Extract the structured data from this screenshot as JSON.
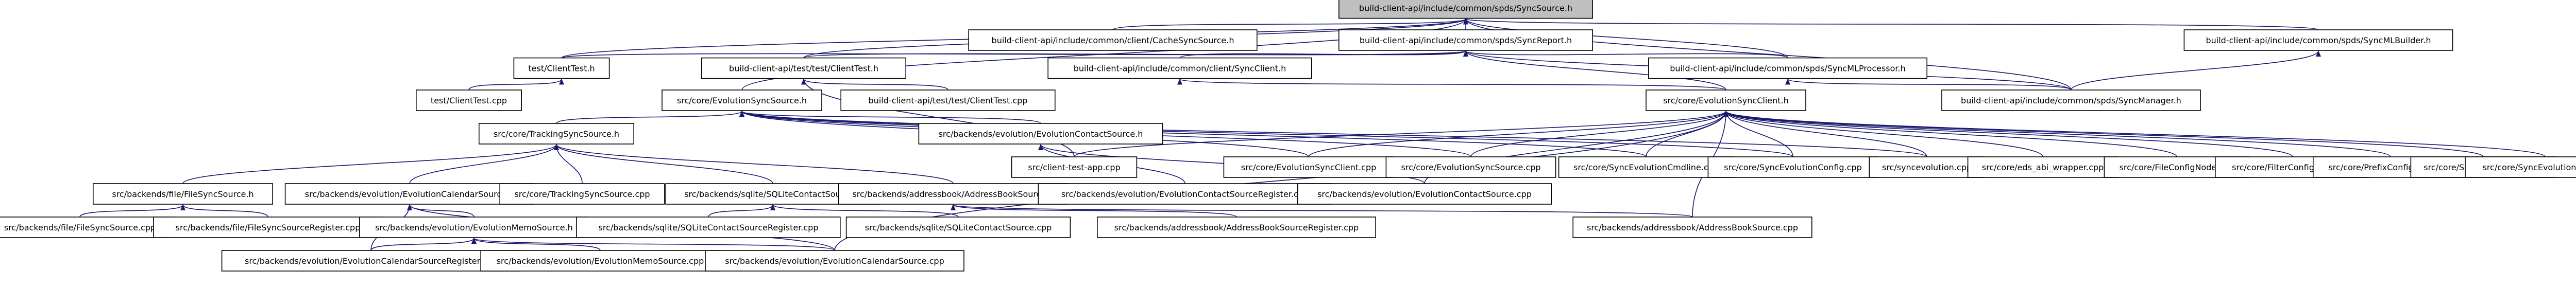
{
  "graph": {
    "edge_color": "#191970",
    "root_fill": "#bfbfbf",
    "nodes": [
      {
        "id": "syncsource_h",
        "label": "build-client-api/include/common/spds/SyncSource.h",
        "root": true
      },
      {
        "id": "cachesyncsource_h",
        "label": "build-client-api/include/common/client/CacheSyncSource.h"
      },
      {
        "id": "syncreport_h",
        "label": "build-client-api/include/common/spds/SyncReport.h"
      },
      {
        "id": "syncmlbuilder_h",
        "label": "build-client-api/include/common/spds/SyncMLBuilder.h"
      },
      {
        "id": "test_clienttest_h",
        "label": "test/ClientTest.h"
      },
      {
        "id": "bca_test_clienttest_h",
        "label": "build-client-api/test/test/ClientTest.h"
      },
      {
        "id": "syncclient_h",
        "label": "build-client-api/include/common/client/SyncClient.h"
      },
      {
        "id": "syncmlprocessor_h",
        "label": "build-client-api/include/common/spds/SyncMLProcessor.h"
      },
      {
        "id": "test_clienttest_cpp",
        "label": "test/ClientTest.cpp"
      },
      {
        "id": "bca_test_clienttest_cpp",
        "label": "build-client-api/test/test/ClientTest.cpp"
      },
      {
        "id": "evolutionsyncsource_h",
        "label": "src/core/EvolutionSyncSource.h"
      },
      {
        "id": "evolutionsyncclient_h",
        "label": "src/core/EvolutionSyncClient.h"
      },
      {
        "id": "syncmanager_h",
        "label": "build-client-api/include/common/spds/SyncManager.h"
      },
      {
        "id": "trackingsyncsource_h",
        "label": "src/core/TrackingSyncSource.h"
      },
      {
        "id": "evolutioncontactsource_h",
        "label": "src/backends/evolution/EvolutionContactSource.h"
      },
      {
        "id": "client_test_app_cpp",
        "label": "src/client-test-app.cpp"
      },
      {
        "id": "evolutionsyncclient_cpp",
        "label": "src/core/EvolutionSyncClient.cpp"
      },
      {
        "id": "evolutionsyncsource_cpp",
        "label": "src/core/EvolutionSyncSource.cpp"
      },
      {
        "id": "syncevolutioncmdline_cpp",
        "label": "src/core/SyncEvolutionCmdline.cpp"
      },
      {
        "id": "syncevolutionconfig_cpp",
        "label": "src/core/SyncEvolutionConfig.cpp"
      },
      {
        "id": "syncevolution_cpp",
        "label": "src/syncevolution.cpp"
      },
      {
        "id": "eds_abi_wrapper_cpp",
        "label": "src/core/eds_abi_wrapper.cpp"
      },
      {
        "id": "fileconfignode_cpp",
        "label": "src/core/FileConfigNode.cpp"
      },
      {
        "id": "filterconfignode_cpp",
        "label": "src/core/FilterConfigNode.cpp"
      },
      {
        "id": "prefixconfignode_cpp",
        "label": "src/core/PrefixConfigNode.cpp"
      },
      {
        "id": "safeconfignode_cpp",
        "label": "src/core/SafeConfigNode.cpp"
      },
      {
        "id": "syncevolutionutil_cpp",
        "label": "src/core/SyncEvolutionUtil.cpp"
      },
      {
        "id": "filesyncsource_h",
        "label": "src/backends/file/FileSyncSource.h"
      },
      {
        "id": "evolutioncalendarsource_h",
        "label": "src/backends/evolution/EvolutionCalendarSource.h"
      },
      {
        "id": "trackingsyncsource_cpp",
        "label": "src/core/TrackingSyncSource.cpp"
      },
      {
        "id": "sqlitecontactsource_h",
        "label": "src/backends/sqlite/SQLiteContactSource.h"
      },
      {
        "id": "addressbooksource_h",
        "label": "src/backends/addressbook/AddressBookSource.h"
      },
      {
        "id": "evolutioncontactsourceregister_cpp",
        "label": "src/backends/evolution/EvolutionContactSourceRegister.cpp"
      },
      {
        "id": "evolutioncontactsource_cpp",
        "label": "src/backends/evolution/EvolutionContactSource.cpp"
      },
      {
        "id": "filesyncsource_cpp",
        "label": "src/backends/file/FileSyncSource.cpp"
      },
      {
        "id": "filesyncsourceregister_cpp",
        "label": "src/backends/file/FileSyncSourceRegister.cpp"
      },
      {
        "id": "evolutionmemosource_h",
        "label": "src/backends/evolution/EvolutionMemoSource.h"
      },
      {
        "id": "sqlitecontactsourceregister_cpp",
        "label": "src/backends/sqlite/SQLiteContactSourceRegister.cpp"
      },
      {
        "id": "sqlitecontactsource_cpp",
        "label": "src/backends/sqlite/SQLiteContactSource.cpp"
      },
      {
        "id": "addressbooksourceregister_cpp",
        "label": "src/backends/addressbook/AddressBookSourceRegister.cpp"
      },
      {
        "id": "addressbooksource_cpp",
        "label": "src/backends/addressbook/AddressBookSource.cpp"
      },
      {
        "id": "evolutioncalendarsourceregister_cpp",
        "label": "src/backends/evolution/EvolutionCalendarSourceRegister.cpp"
      },
      {
        "id": "evolutionmemosource_cpp",
        "label": "src/backends/evolution/EvolutionMemoSource.cpp"
      },
      {
        "id": "evolutioncalendarsource_cpp",
        "label": "src/backends/evolution/EvolutionCalendarSource.cpp"
      }
    ],
    "edges": [
      [
        "cachesyncsource_h",
        "syncsource_h"
      ],
      [
        "syncreport_h",
        "syncsource_h"
      ],
      [
        "syncmlbuilder_h",
        "syncsource_h"
      ],
      [
        "test_clienttest_h",
        "syncsource_h"
      ],
      [
        "bca_test_clienttest_h",
        "syncsource_h"
      ],
      [
        "evolutionsyncsource_h",
        "syncsource_h"
      ],
      [
        "syncmlprocessor_h",
        "syncsource_h"
      ],
      [
        "syncmanager_h",
        "syncsource_h"
      ],
      [
        "test_clienttest_h",
        "syncreport_h"
      ],
      [
        "bca_test_clienttest_h",
        "syncreport_h"
      ],
      [
        "syncclient_h",
        "syncreport_h"
      ],
      [
        "syncmlprocessor_h",
        "syncreport_h"
      ],
      [
        "syncmanager_h",
        "syncreport_h"
      ],
      [
        "evolutionsyncclient_h",
        "syncreport_h"
      ],
      [
        "syncmanager_h",
        "syncmlbuilder_h"
      ],
      [
        "test_clienttest_cpp",
        "test_clienttest_h"
      ],
      [
        "bca_test_clienttest_cpp",
        "bca_test_clienttest_h"
      ],
      [
        "client_test_app_cpp",
        "bca_test_clienttest_h"
      ],
      [
        "evolutionsyncclient_h",
        "syncclient_h"
      ],
      [
        "syncmanager_h",
        "syncmlprocessor_h"
      ],
      [
        "trackingsyncsource_h",
        "evolutionsyncsource_h"
      ],
      [
        "evolutioncontactsource_h",
        "evolutionsyncsource_h"
      ],
      [
        "evolutionsyncclient_cpp",
        "evolutionsyncsource_h"
      ],
      [
        "evolutionsyncsource_cpp",
        "evolutionsyncsource_h"
      ],
      [
        "syncevolutioncmdline_cpp",
        "evolutionsyncsource_h"
      ],
      [
        "syncevolutionconfig_cpp",
        "evolutionsyncsource_h"
      ],
      [
        "syncevolution_cpp",
        "evolutionsyncsource_h"
      ],
      [
        "client_test_app_cpp",
        "evolutionsyncclient_h"
      ],
      [
        "evolutionsyncclient_cpp",
        "evolutionsyncclient_h"
      ],
      [
        "evolutionsyncsource_cpp",
        "evolutionsyncclient_h"
      ],
      [
        "syncevolutioncmdline_cpp",
        "evolutionsyncclient_h"
      ],
      [
        "syncevolutionconfig_cpp",
        "evolutionsyncclient_h"
      ],
      [
        "syncevolution_cpp",
        "evolutionsyncclient_h"
      ],
      [
        "eds_abi_wrapper_cpp",
        "evolutionsyncclient_h"
      ],
      [
        "fileconfignode_cpp",
        "evolutionsyncclient_h"
      ],
      [
        "filterconfignode_cpp",
        "evolutionsyncclient_h"
      ],
      [
        "prefixconfignode_cpp",
        "evolutionsyncclient_h"
      ],
      [
        "safeconfignode_cpp",
        "evolutionsyncclient_h"
      ],
      [
        "syncevolutionutil_cpp",
        "evolutionsyncclient_h"
      ],
      [
        "evolutioncontactsource_cpp",
        "evolutionsyncclient_h"
      ],
      [
        "addressbooksource_cpp",
        "evolutionsyncclient_h"
      ],
      [
        "evolutioncalendarsource_cpp",
        "evolutionsyncclient_h"
      ],
      [
        "filesyncsource_h",
        "trackingsyncsource_h"
      ],
      [
        "evolutioncalendarsource_h",
        "trackingsyncsource_h"
      ],
      [
        "trackingsyncsource_cpp",
        "trackingsyncsource_h"
      ],
      [
        "sqlitecontactsource_h",
        "trackingsyncsource_h"
      ],
      [
        "addressbooksource_h",
        "trackingsyncsource_h"
      ],
      [
        "evolutioncontactsourceregister_cpp",
        "evolutioncontactsource_h"
      ],
      [
        "evolutioncontactsource_cpp",
        "evolutioncontactsource_h"
      ],
      [
        "filesyncsource_cpp",
        "filesyncsource_h"
      ],
      [
        "filesyncsourceregister_cpp",
        "filesyncsource_h"
      ],
      [
        "evolutionmemosource_h",
        "evolutioncalendarsource_h"
      ],
      [
        "evolutioncalendarsourceregister_cpp",
        "evolutioncalendarsource_h"
      ],
      [
        "evolutioncalendarsource_cpp",
        "evolutioncalendarsource_h"
      ],
      [
        "sqlitecontactsourceregister_cpp",
        "sqlitecontactsource_h"
      ],
      [
        "sqlitecontactsource_cpp",
        "sqlitecontactsource_h"
      ],
      [
        "addressbooksourceregister_cpp",
        "addressbooksource_h"
      ],
      [
        "addressbooksource_cpp",
        "addressbooksource_h"
      ],
      [
        "evolutioncalendarsourceregister_cpp",
        "evolutionmemosource_h"
      ],
      [
        "evolutionmemosource_cpp",
        "evolutionmemosource_h"
      ],
      [
        "evolutioncalendarsource_cpp",
        "evolutionmemosource_h"
      ]
    ]
  }
}
